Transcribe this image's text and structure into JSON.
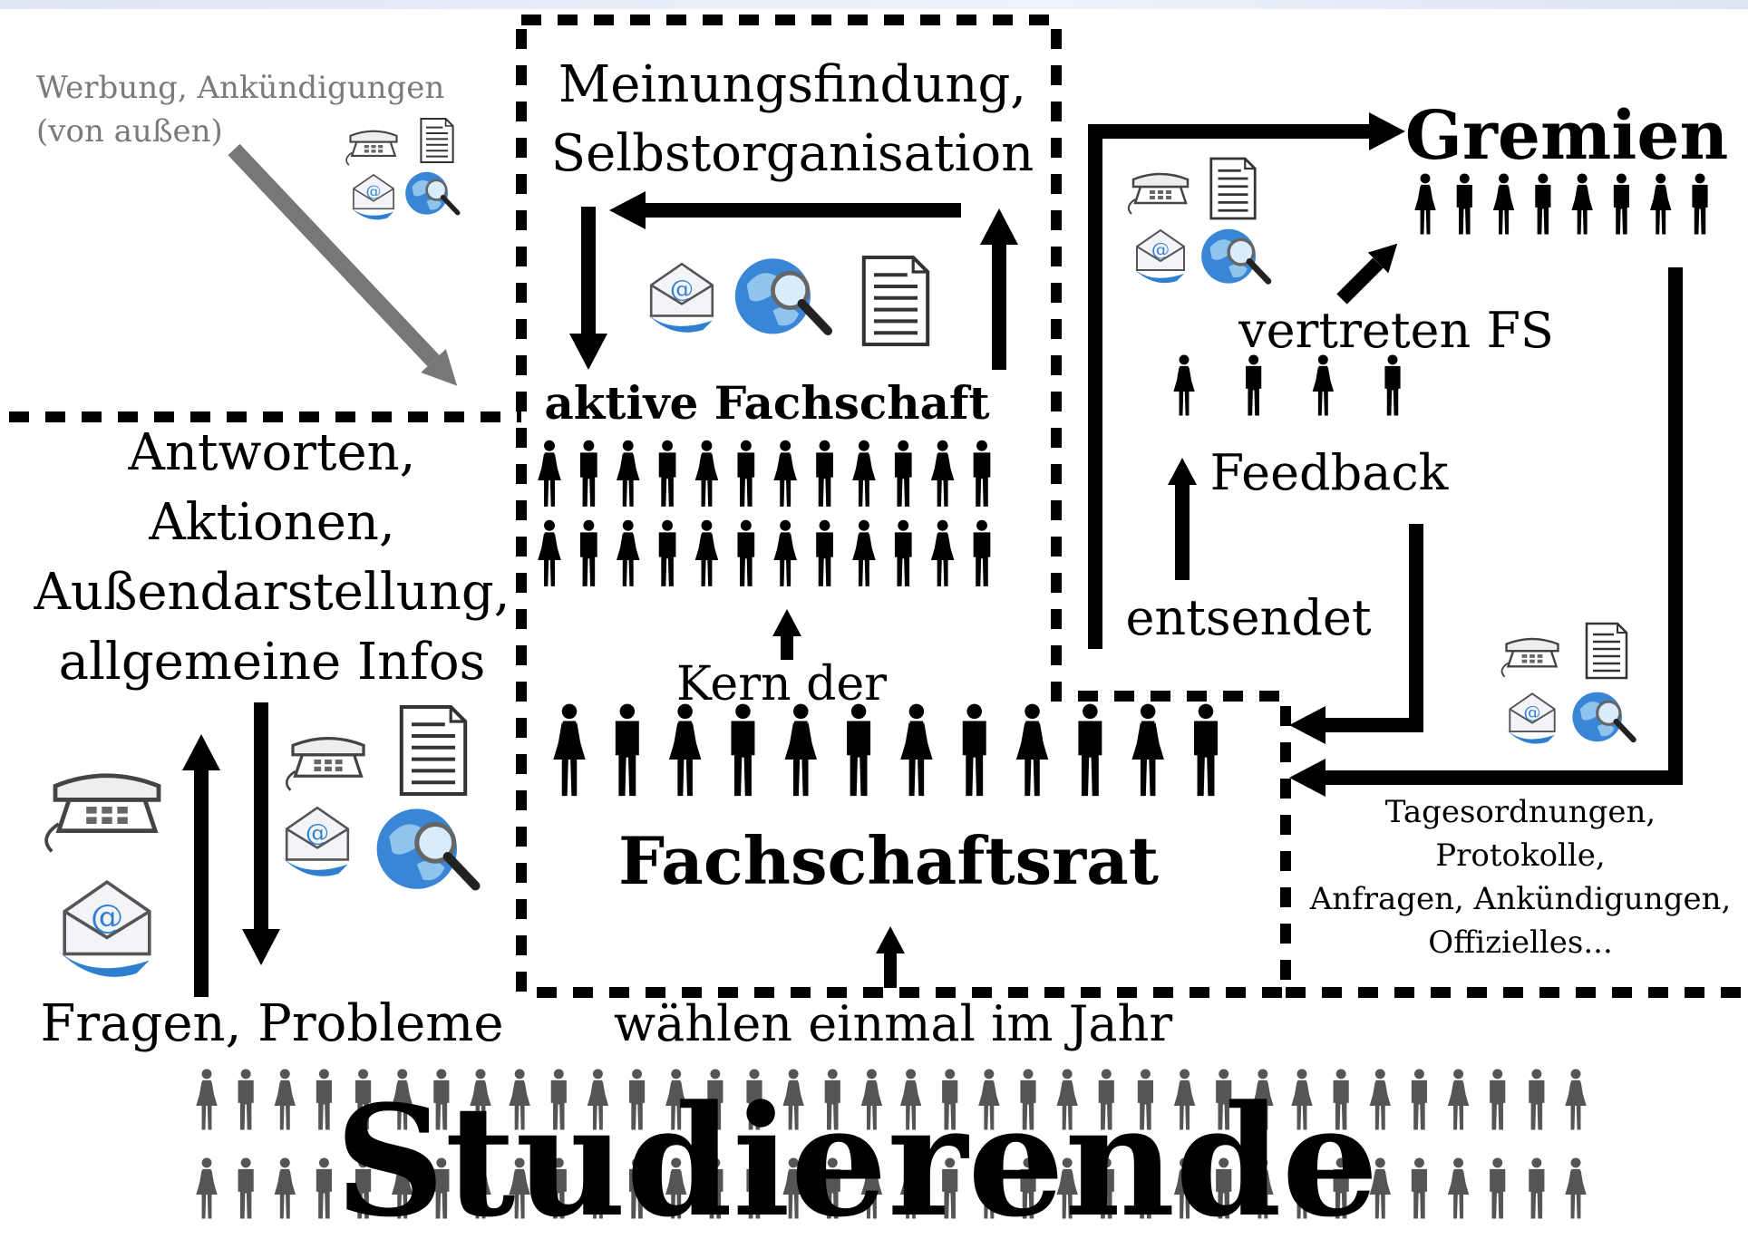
{
  "colors": {
    "ink": "#000000",
    "external_arrow": "#777777",
    "external_text": "#7a7a7a",
    "students": "#555555",
    "email_blue": "#2f7fd0",
    "globe_blue": "#3a86d6"
  },
  "icons": [
    "phone-icon",
    "document-icon",
    "email-icon",
    "globe-search-icon",
    "woman-icon",
    "man-icon"
  ],
  "external": {
    "line1": "Werbung, Ankündigungen",
    "line2": "(von außen)"
  },
  "center": {
    "meinung_line1": "Meinungsfindung,",
    "meinung_line2": "Selbstorganisation",
    "aktive_label": "aktive Fachschaft",
    "kern_label": "Kern der",
    "fsr_label": "Fachschaftsrat"
  },
  "left": {
    "responses": [
      "Antworten,",
      "Aktionen,",
      "Außendarstellung,",
      "allgemeine Infos"
    ],
    "questions": "Fragen, Probleme"
  },
  "bottom": {
    "elect_label": "wählen einmal im Jahr",
    "students_label": "Studierende"
  },
  "right": {
    "gremien_label": "Gremien",
    "vertreten_label": "vertreten FS",
    "feedback_label": "Feedback",
    "entsendet_label": "entsendet",
    "docs": [
      "Tagesordnungen,",
      "Protokolle,",
      "Anfragen, Ankündigungen,",
      "Offizielles..."
    ]
  }
}
